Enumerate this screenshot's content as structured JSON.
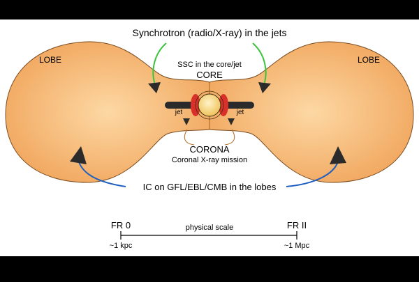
{
  "labels": {
    "synchrotron": "Synchrotron (radio/X-ray) in the jets",
    "ssc": "SSC in the core/jet",
    "core": "CORE",
    "lobe_left": "LOBE",
    "lobe_right": "LOBE",
    "jet_left": "jet",
    "jet_right": "jet",
    "corona": "CORONA",
    "corona_mission": "Coronal X-ray mission",
    "ic": "IC on GFL/EBL/CMB in the lobes"
  },
  "scale": {
    "title": "physical scale",
    "left_class": "FR 0",
    "right_class": "FR II",
    "left_size": "~1 kpc",
    "right_size": "~1 Mpc"
  },
  "colors": {
    "background": "#ffffff",
    "frame": "#000000",
    "lobe_fill": "#f0a45a",
    "lobe_center": "#fdd8a4",
    "lobe_stroke": "#7a4a1e",
    "core_fill": "#f5d27a",
    "jet_dark": "#2b2b2b",
    "hotspot_red": "#d9302a",
    "synchrotron_arrow": "#3cc33c",
    "ic_arrow": "#1f5fc0",
    "corona_line": "#b06820"
  }
}
